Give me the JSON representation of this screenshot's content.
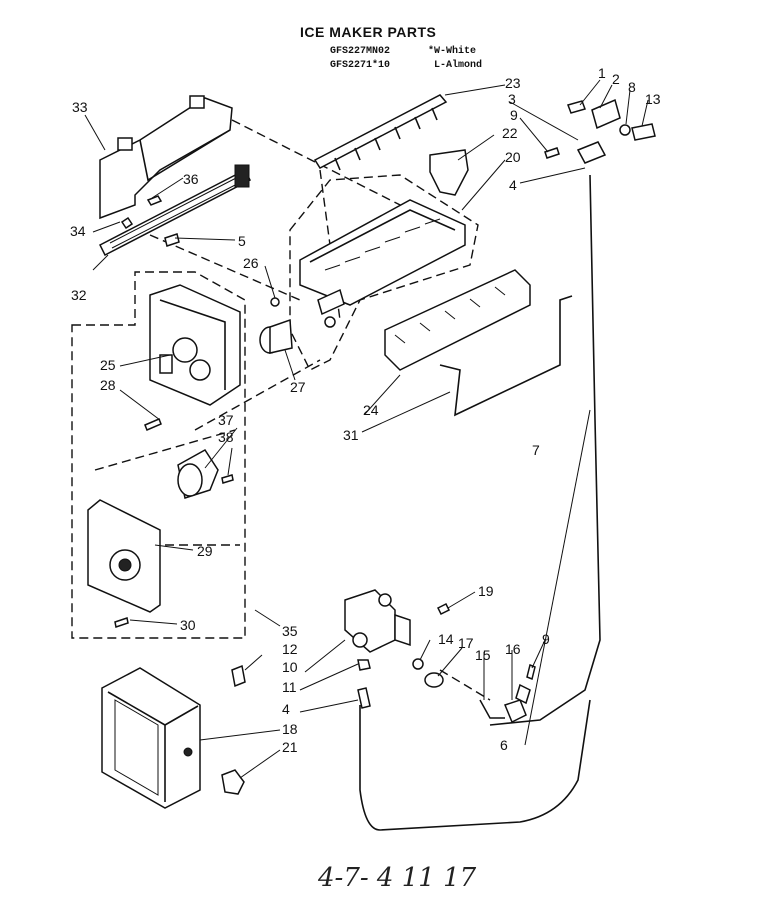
{
  "title": "ICE MAKER PARTS",
  "models": [
    {
      "model": "GFS227MN02",
      "color_code": "*W-White"
    },
    {
      "model": "GFS2271*10",
      "color_code": "L-Almond"
    }
  ],
  "callouts": [
    "1",
    "2",
    "3",
    "4",
    "5",
    "6",
    "7",
    "8",
    "9",
    "10",
    "11",
    "12",
    "13",
    "14",
    "15",
    "16",
    "17",
    "18",
    "19",
    "20",
    "21",
    "22",
    "23",
    "24",
    "25",
    "26",
    "27",
    "28",
    "29",
    "30",
    "31",
    "32",
    "33",
    "34",
    "35",
    "36",
    "37",
    "38"
  ],
  "signature": "4-7- 4 11 17"
}
